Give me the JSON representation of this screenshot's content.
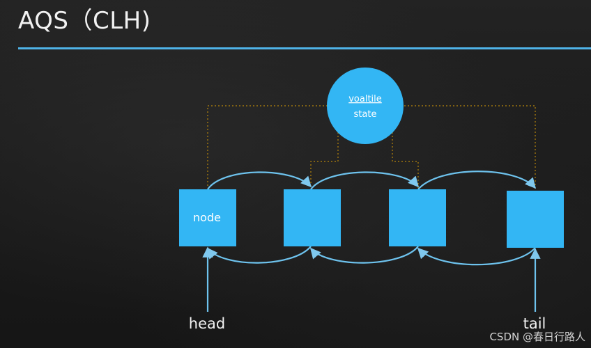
{
  "slide": {
    "title": "AQS（CLH)",
    "state_circle": {
      "line1": "voaltile",
      "line2": "state"
    },
    "first_node_label": "node",
    "head_label": "head",
    "tail_label": "tail",
    "watermark": "CSDN @春日行路人"
  },
  "colors": {
    "background": "#1c1c1c",
    "accent_blue": "#33b6f4",
    "rule_blue": "#4fb3e8",
    "link_dotted": "#b8860b",
    "text": "#f2f2f2"
  }
}
